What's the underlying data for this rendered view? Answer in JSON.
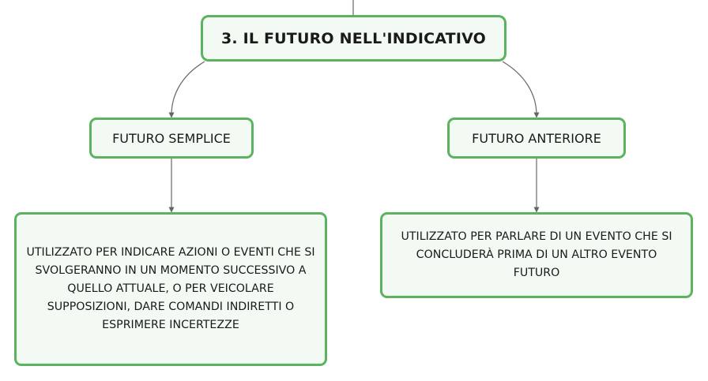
{
  "diagram": {
    "root": {
      "label": "3. IL FUTURO NELL'INDICATIVO"
    },
    "branches": [
      {
        "title": "FUTURO SEMPLICE",
        "description": "UTILIZZATO PER INDICARE AZIONI O EVENTI CHE SI SVOLGERANNO IN UN MOMENTO SUCCESSIVO A QUELLO ATTUALE, O PER VEICOLARE SUPPOSIZIONI, DARE COMANDI INDIRETTI O ESPRIMERE INCERTEZZE"
      },
      {
        "title": "FUTURO ANTERIORE",
        "description": "UTILIZZATO PER PARLARE DI UN EVENTO CHE SI CONCLUDERÀ PRIMA DI UN ALTRO EVENTO FUTURO"
      }
    ]
  },
  "colors": {
    "node_border": "#5bb35f",
    "node_fill": "#f3faf3",
    "connector": "#666666"
  }
}
